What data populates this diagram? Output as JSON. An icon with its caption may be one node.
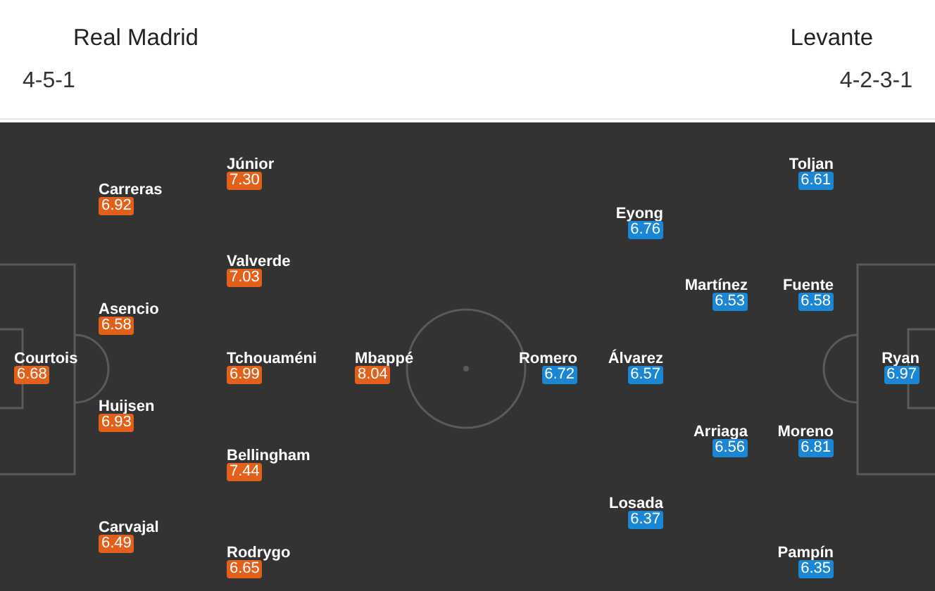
{
  "diagram": {
    "nodes": [
      {
        "text": [
          "Courtois",
          "6.68"
        ]
      },
      {
        "text": [
          "Carreras",
          "6.92"
        ]
      },
      {
        "text": [
          "Asencio",
          "6.58"
        ]
      },
      {
        "text": [
          "Huijsen",
          "6.93"
        ]
      },
      {
        "text": [
          "Carvajal",
          "6.49"
        ]
      },
      {
        "text": [
          "Júnior",
          "7.30"
        ]
      },
      {
        "text": [
          "Valverde",
          "7.03"
        ]
      },
      {
        "text": [
          "Tchouaméni",
          "6.99"
        ]
      },
      {
        "text": [
          "Bellingham",
          "7.44"
        ]
      },
      {
        "text": [
          "Rodrygo",
          "6.65"
        ]
      },
      {
        "text": [
          "Mbappé",
          "8.04"
        ]
      },
      {
        "text": [
          "Romero",
          "6.72"
        ]
      },
      {
        "text": [
          "Eyong",
          "6.76"
        ]
      },
      {
        "text": [
          "Álvarez",
          "6.57"
        ]
      },
      {
        "text": [
          "Losada",
          "6.37"
        ]
      },
      {
        "text": [
          "Martínez",
          "6.53"
        ]
      },
      {
        "text": [
          "Arriaga",
          "6.56"
        ]
      },
      {
        "text": [
          "Toljan",
          "6.61"
        ]
      },
      {
        "text": [
          "Fuente",
          "6.58"
        ]
      },
      {
        "text": [
          "Moreno",
          "6.81"
        ]
      },
      {
        "text": [
          "Pampín",
          "6.35"
        ]
      },
      {
        "text": [
          "Ryan",
          "6.97"
        ]
      }
    ],
    "labels": [
      "Real Madrid",
      "Levante",
      "4-5-1",
      "4-2-3-1"
    ]
  }
}
